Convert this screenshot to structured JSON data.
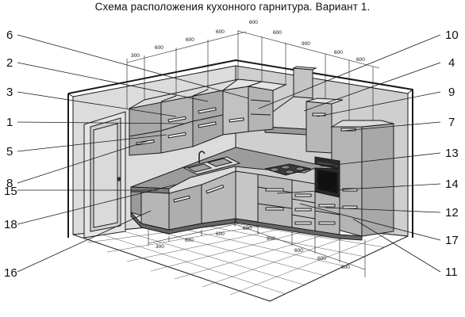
{
  "title": "Схема расположения кухонного гарнитура. Вариант 1.",
  "callouts_left": [
    "6",
    "2",
    "3",
    "1",
    "5",
    "8",
    "15",
    "18",
    "16"
  ],
  "callouts_right": [
    "10",
    "4",
    "9",
    "7",
    "13",
    "14",
    "12",
    "17",
    "11"
  ],
  "dims_top": [
    "300",
    "600",
    "600",
    "600",
    "600",
    "600",
    "900",
    "600",
    "600"
  ],
  "dims_bottom": [
    "300",
    "600",
    "600",
    "600",
    "900",
    "600",
    "600",
    "600"
  ],
  "colors": {
    "line": "#1a1a1a",
    "panel": "#b8b8b8",
    "panel_dark": "#8c8c8c",
    "wall": "#d6d6d6",
    "floor": "#ffffff",
    "worktop": "#9a9a9a"
  }
}
